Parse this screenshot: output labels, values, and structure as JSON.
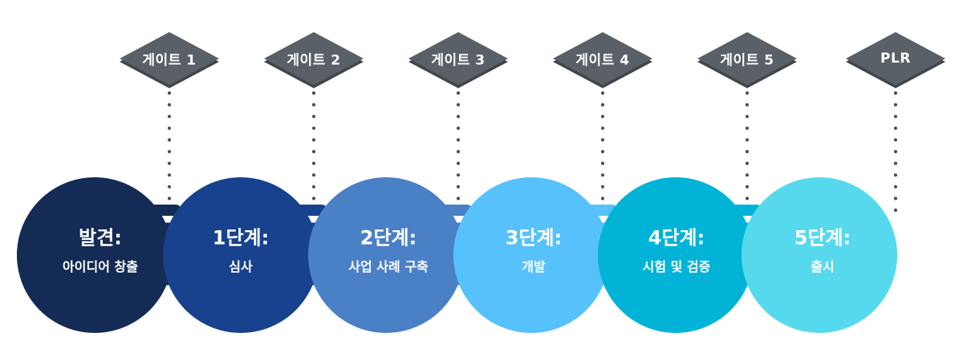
{
  "gates": [
    {
      "label": "게이트 1"
    },
    {
      "label": "게이트 2"
    },
    {
      "label": "게이트 3"
    },
    {
      "label": "게이트 4"
    },
    {
      "label": "게이트 5"
    },
    {
      "label": "PLR"
    }
  ],
  "stages": [
    {
      "title": "발견:",
      "subtitle": "아이디어 창출",
      "color": "#142b55"
    },
    {
      "title": "1단계:",
      "subtitle": "심사",
      "color": "#18428e"
    },
    {
      "title": "2단계:",
      "subtitle": "사업 사례 구축",
      "color": "#4a80c6"
    },
    {
      "title": "3단계:",
      "subtitle": "개발",
      "color": "#57c1fb"
    },
    {
      "title": "4단계:",
      "subtitle": "시험 및 검증",
      "color": "#00b3d7"
    },
    {
      "title": "5단계:",
      "subtitle": "출시",
      "color": "#57d9ed"
    }
  ],
  "colors": {
    "gate_fill": "#5a6068",
    "gate_edge": "#41464d",
    "dots": "#4a4f57"
  }
}
